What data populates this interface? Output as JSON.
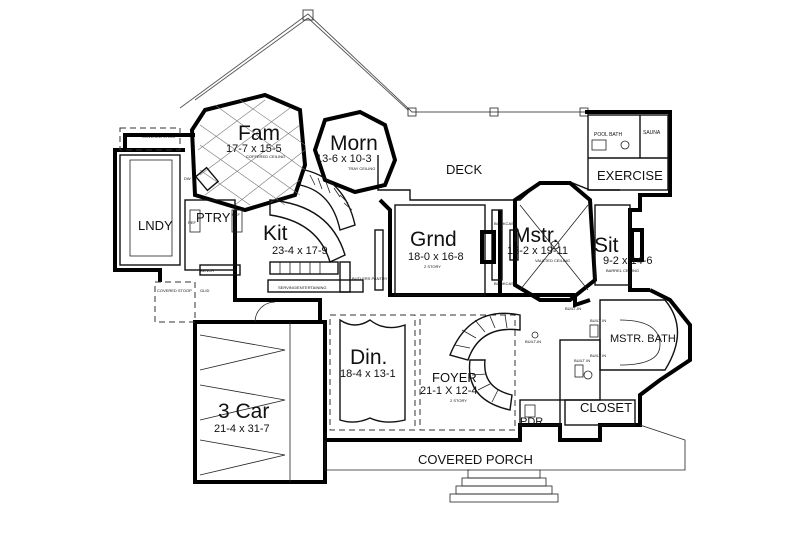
{
  "rooms": {
    "fam": {
      "name": "Fam",
      "dims": "17-7 x 15-5",
      "note": "COFFERED CEILING"
    },
    "morn": {
      "name": "Morn",
      "dims": "13-6 x 10-3",
      "note": "TRAY CEILING"
    },
    "deck": {
      "name": "DECK"
    },
    "kit": {
      "name": "Kit",
      "dims": "23-4 x 17-9"
    },
    "grnd": {
      "name": "Grnd",
      "dims": "18-0 x 16-8",
      "note": "2 STORY"
    },
    "mstr": {
      "name": "Mstr.",
      "dims": "13-2 x 19-11",
      "note": "VAULTED CEILING"
    },
    "sit": {
      "name": "Sit",
      "dims": "9-2 x 14-6",
      "note": "BARREL CEILING"
    },
    "exercise": {
      "name": "EXERCISE"
    },
    "pool_bath": {
      "name": "POOL BATH"
    },
    "sauna": {
      "name": "SAUNA"
    },
    "lndy": {
      "name": "LNDY"
    },
    "ptry": {
      "name": "PTRY"
    },
    "covered_stoop_top": {
      "name": "COVERED STOOP"
    },
    "covered_stoop_bottom": {
      "name": "COVERED STOOP"
    },
    "din": {
      "name": "Din.",
      "dims": "18-4 x 13-1"
    },
    "foyer": {
      "name": "FOYER",
      "dims": "21-1 X 12-4",
      "note": "2 STORY"
    },
    "mstr_bath": {
      "name": "MSTR. BATH"
    },
    "closet": {
      "name": "CLOSET"
    },
    "pdr": {
      "name": "PDR"
    },
    "garage": {
      "name": "3 Car",
      "dims": "21-4 x 31-7"
    },
    "covered_porch": {
      "name": "COVERED PORCH"
    }
  },
  "labels": {
    "serving": "SERVING/ENTERTAINING",
    "butlers": "BUTLERS PANTRY",
    "bench": "BENCH",
    "ref1": "REF",
    "ref2": "REF",
    "dw": "DW",
    "glid": "GLID",
    "bookcase1": "BOOKCASE",
    "bookcase2": "BOOKCASE",
    "built_in1": "BUILT-IN",
    "built_in2": "BUILT-IN",
    "built_in3": "BUILT IN",
    "built_in4": "BUILT IN",
    "built_in5": "BUILT IN"
  }
}
